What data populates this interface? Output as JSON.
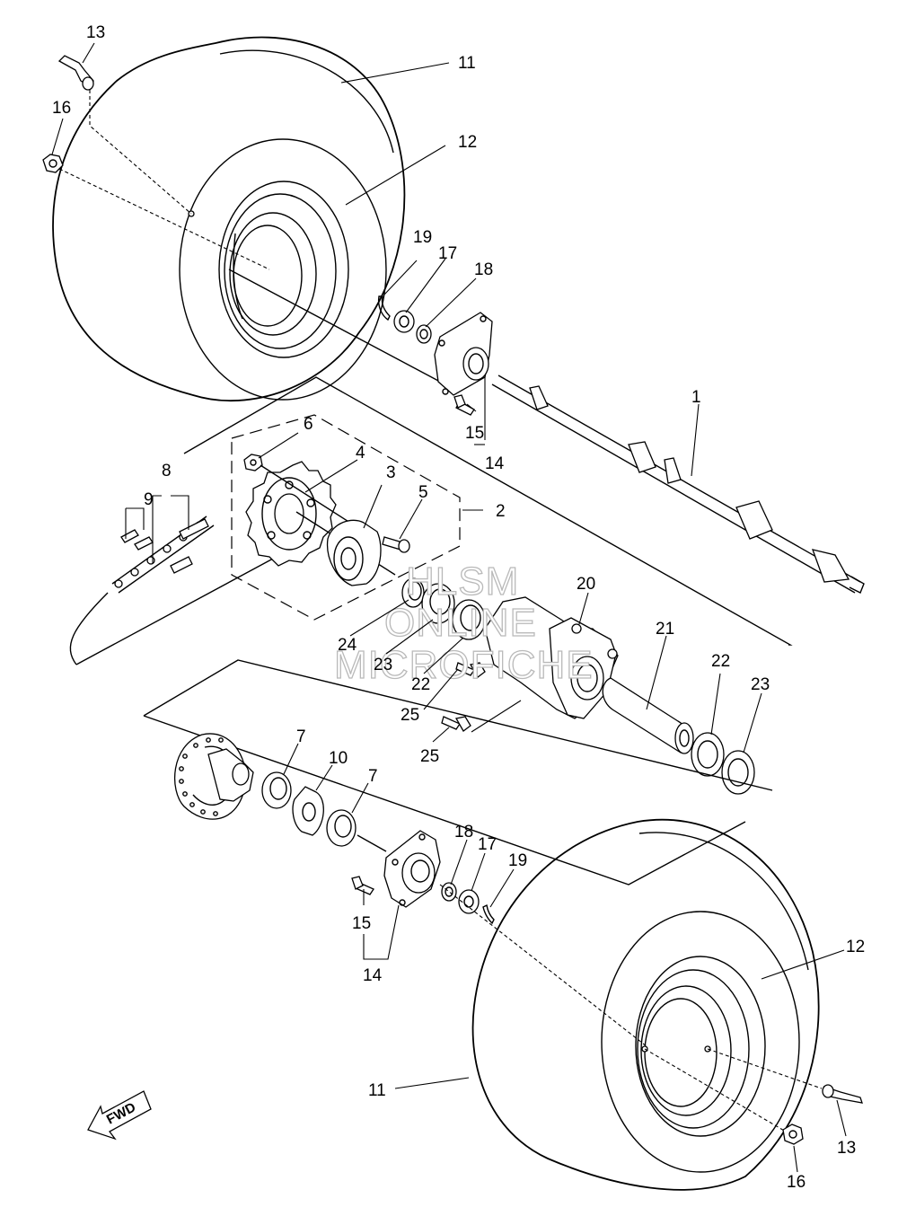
{
  "callouts": [
    {
      "id": "c1",
      "text": "1"
    },
    {
      "id": "c2",
      "text": "2"
    },
    {
      "id": "c3",
      "text": "3"
    },
    {
      "id": "c4",
      "text": "4"
    },
    {
      "id": "c5",
      "text": "5"
    },
    {
      "id": "c6",
      "text": "6"
    },
    {
      "id": "c7a",
      "text": "7"
    },
    {
      "id": "c7b",
      "text": "7"
    },
    {
      "id": "c8",
      "text": "8"
    },
    {
      "id": "c9",
      "text": "9"
    },
    {
      "id": "c10",
      "text": "10"
    },
    {
      "id": "c11a",
      "text": "11"
    },
    {
      "id": "c11b",
      "text": "11"
    },
    {
      "id": "c12a",
      "text": "12"
    },
    {
      "id": "c12b",
      "text": "12"
    },
    {
      "id": "c13a",
      "text": "13"
    },
    {
      "id": "c13b",
      "text": "13"
    },
    {
      "id": "c14a",
      "text": "14"
    },
    {
      "id": "c14b",
      "text": "14"
    },
    {
      "id": "c15a",
      "text": "15"
    },
    {
      "id": "c15b",
      "text": "15"
    },
    {
      "id": "c16a",
      "text": "16"
    },
    {
      "id": "c16b",
      "text": "16"
    },
    {
      "id": "c17a",
      "text": "17"
    },
    {
      "id": "c17b",
      "text": "17"
    },
    {
      "id": "c18a",
      "text": "18"
    },
    {
      "id": "c18b",
      "text": "18"
    },
    {
      "id": "c19a",
      "text": "19"
    },
    {
      "id": "c19b",
      "text": "19"
    },
    {
      "id": "c20",
      "text": "20"
    },
    {
      "id": "c21",
      "text": "21"
    },
    {
      "id": "c22a",
      "text": "22"
    },
    {
      "id": "c22b",
      "text": "22"
    },
    {
      "id": "c23a",
      "text": "23"
    },
    {
      "id": "c23b",
      "text": "23"
    },
    {
      "id": "c24",
      "text": "24"
    },
    {
      "id": "c25a",
      "text": "25"
    },
    {
      "id": "c25b",
      "text": "25"
    }
  ],
  "watermark": {
    "line1": "HLSM",
    "line2": "ONLINE",
    "line3": "MICROFICHE"
  },
  "fwd_label": "FWD"
}
